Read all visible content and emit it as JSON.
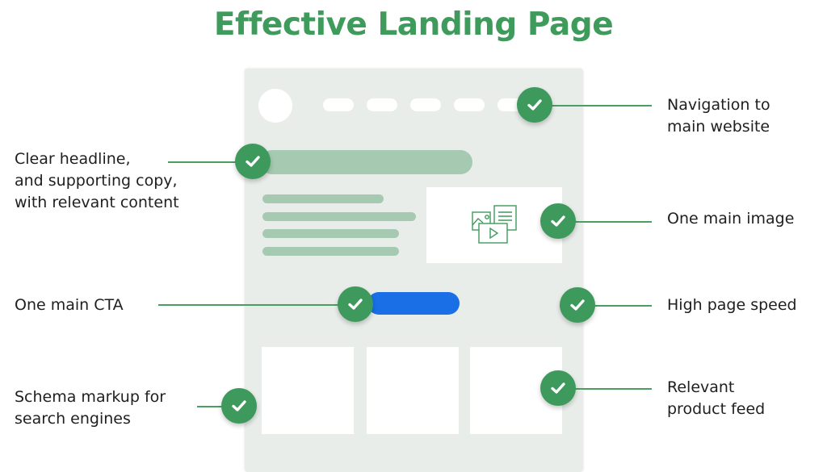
{
  "title": "Effective Landing Page",
  "colors": {
    "title_green": "#3f9b5b",
    "check_green": "#3d9a5c",
    "connector_green": "#4a9e63",
    "card_bg": "#e8ede9",
    "placeholder_bar": "#a6c9b2",
    "cta_blue": "#1a6fe6"
  },
  "mockup": {
    "nav_pill_count": 5,
    "copy_line_count": 4,
    "product_tile_count": 3,
    "image_icon": "media-collage-icon"
  },
  "callouts": {
    "navigation": {
      "label": "Navigation to\nmain website",
      "side": "right",
      "icon": "check-icon"
    },
    "headline": {
      "label": "Clear headline,\nand supporting copy,\nwith relevant content",
      "side": "left",
      "icon": "check-icon"
    },
    "image": {
      "label": "One main image",
      "side": "right",
      "icon": "check-icon"
    },
    "cta": {
      "label": "One main CTA",
      "side": "left",
      "icon": "check-icon"
    },
    "speed": {
      "label": "High page speed",
      "side": "right",
      "icon": "check-icon"
    },
    "feed": {
      "label": "Relevant\nproduct feed",
      "side": "right",
      "icon": "check-icon"
    },
    "schema": {
      "label": "Schema markup for\nsearch engines",
      "side": "left",
      "icon": "check-icon"
    }
  }
}
